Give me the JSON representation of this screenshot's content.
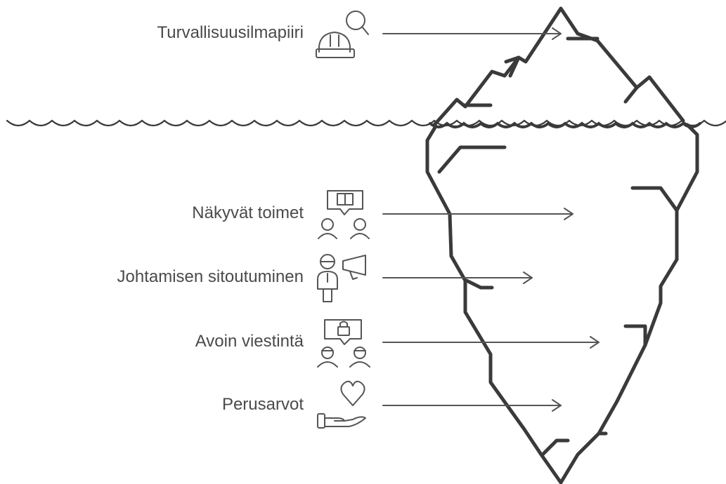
{
  "diagram": {
    "labels": {
      "top": "Turvallisuusilmapiiri",
      "visible_actions": "Näkyvät toimet",
      "leadership": "Johtamisen sitoutuminen",
      "open_communication": "Avoin viestintä",
      "core_values": "Perusarvot"
    },
    "icons": {
      "top": "hardhat-search-icon",
      "visible_actions": "book-people-icon",
      "leadership": "leader-megaphone-icon",
      "open_communication": "lock-people-icon",
      "core_values": "heart-hand-icon"
    },
    "colors": {
      "line": "#3a3a3a",
      "icon": "#555555",
      "text": "#4a4a4a",
      "background": "#ffffff"
    }
  }
}
